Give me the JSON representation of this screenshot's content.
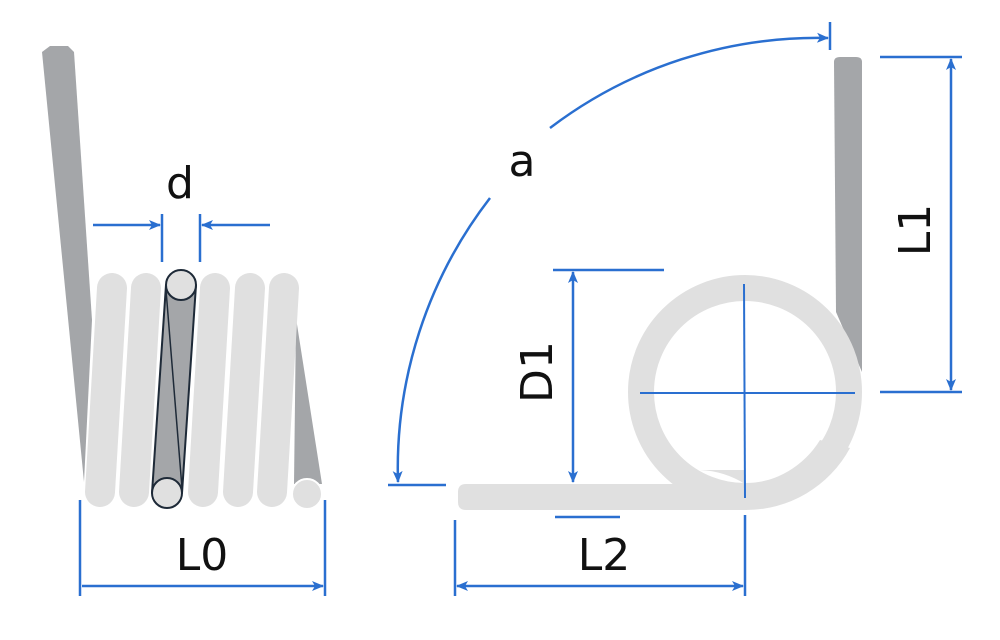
{
  "labels": {
    "d": "d",
    "L0": "L0",
    "a": "a",
    "D1": "D1",
    "L1": "L1",
    "L2": "L2"
  },
  "colors": {
    "dimension": "#2a6fd0",
    "coil": "#e0e0e0",
    "leg": "#a4a6a9",
    "outline": "#1e2a38"
  }
}
